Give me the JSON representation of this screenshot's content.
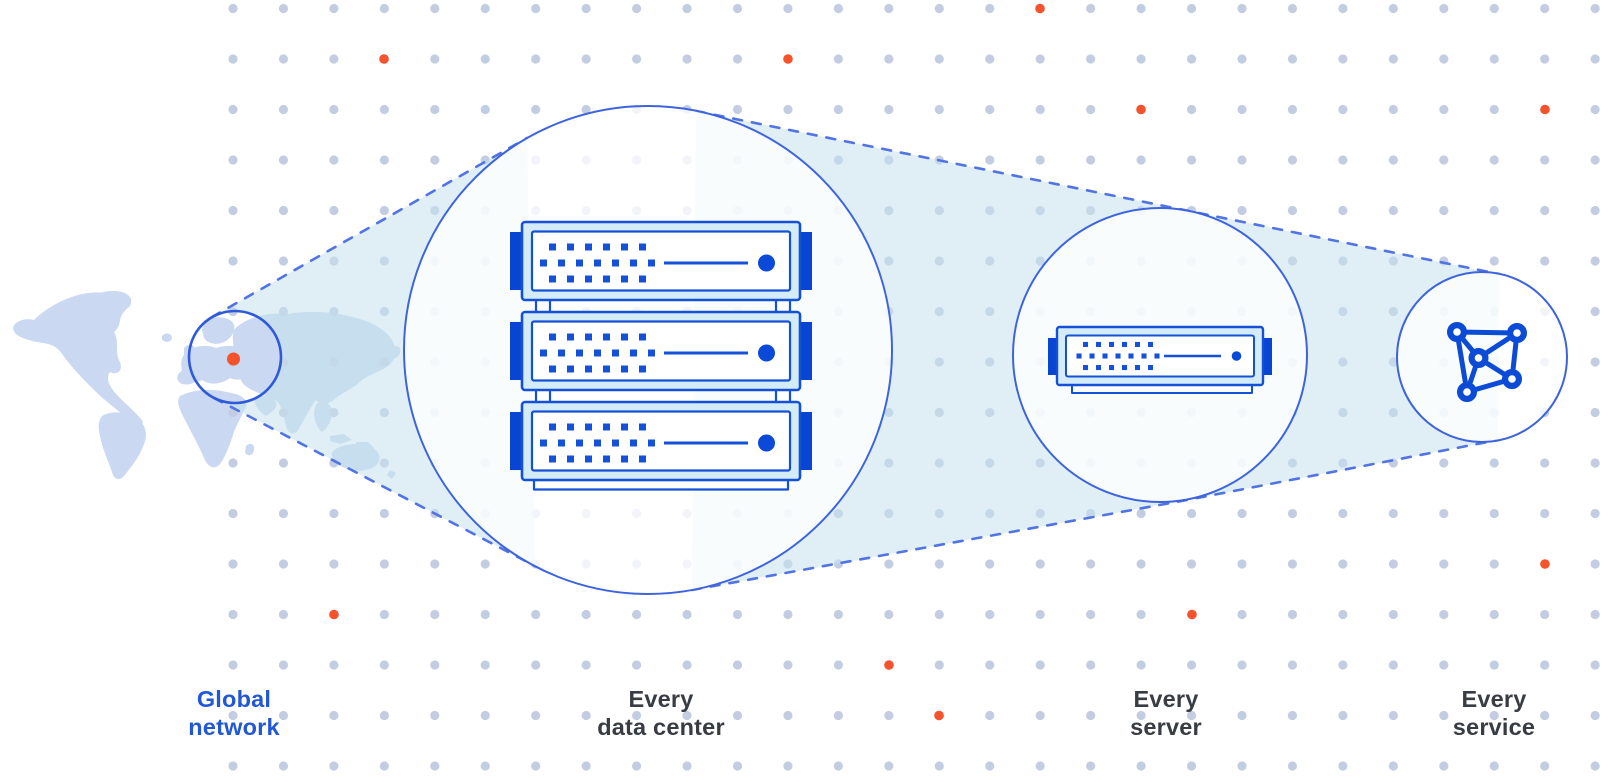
{
  "diagram": {
    "stages": [
      {
        "id": "global-network",
        "label": "Global\nnetwork",
        "icon": "world-map-location",
        "emphasis": true
      },
      {
        "id": "every-data-center",
        "label": "Every\ndata center",
        "icon": "server-rack",
        "emphasis": false
      },
      {
        "id": "every-server",
        "label": "Every\nserver",
        "icon": "server",
        "emphasis": false
      },
      {
        "id": "every-service",
        "label": "Every\nservice",
        "icon": "mesh-network",
        "emphasis": false
      }
    ],
    "colors": {
      "accent_orange": "#F6532C",
      "primary_blue": "#1450D8",
      "dark_blue": "#0846D2",
      "circle_stroke": "#3E64DD",
      "map_circle_stroke": "#2E59D9",
      "dashed_line": "#5273E4",
      "world_map_fill": "#C8D7F1",
      "cone_fill": "rgba(197,226,237,0.55)",
      "grid_dot": "#C3CDE1",
      "server_fill": "#D3ECF7",
      "label_dark": "#383C43",
      "label_blue": "#2257D6",
      "background": "#FFFFFF"
    }
  }
}
